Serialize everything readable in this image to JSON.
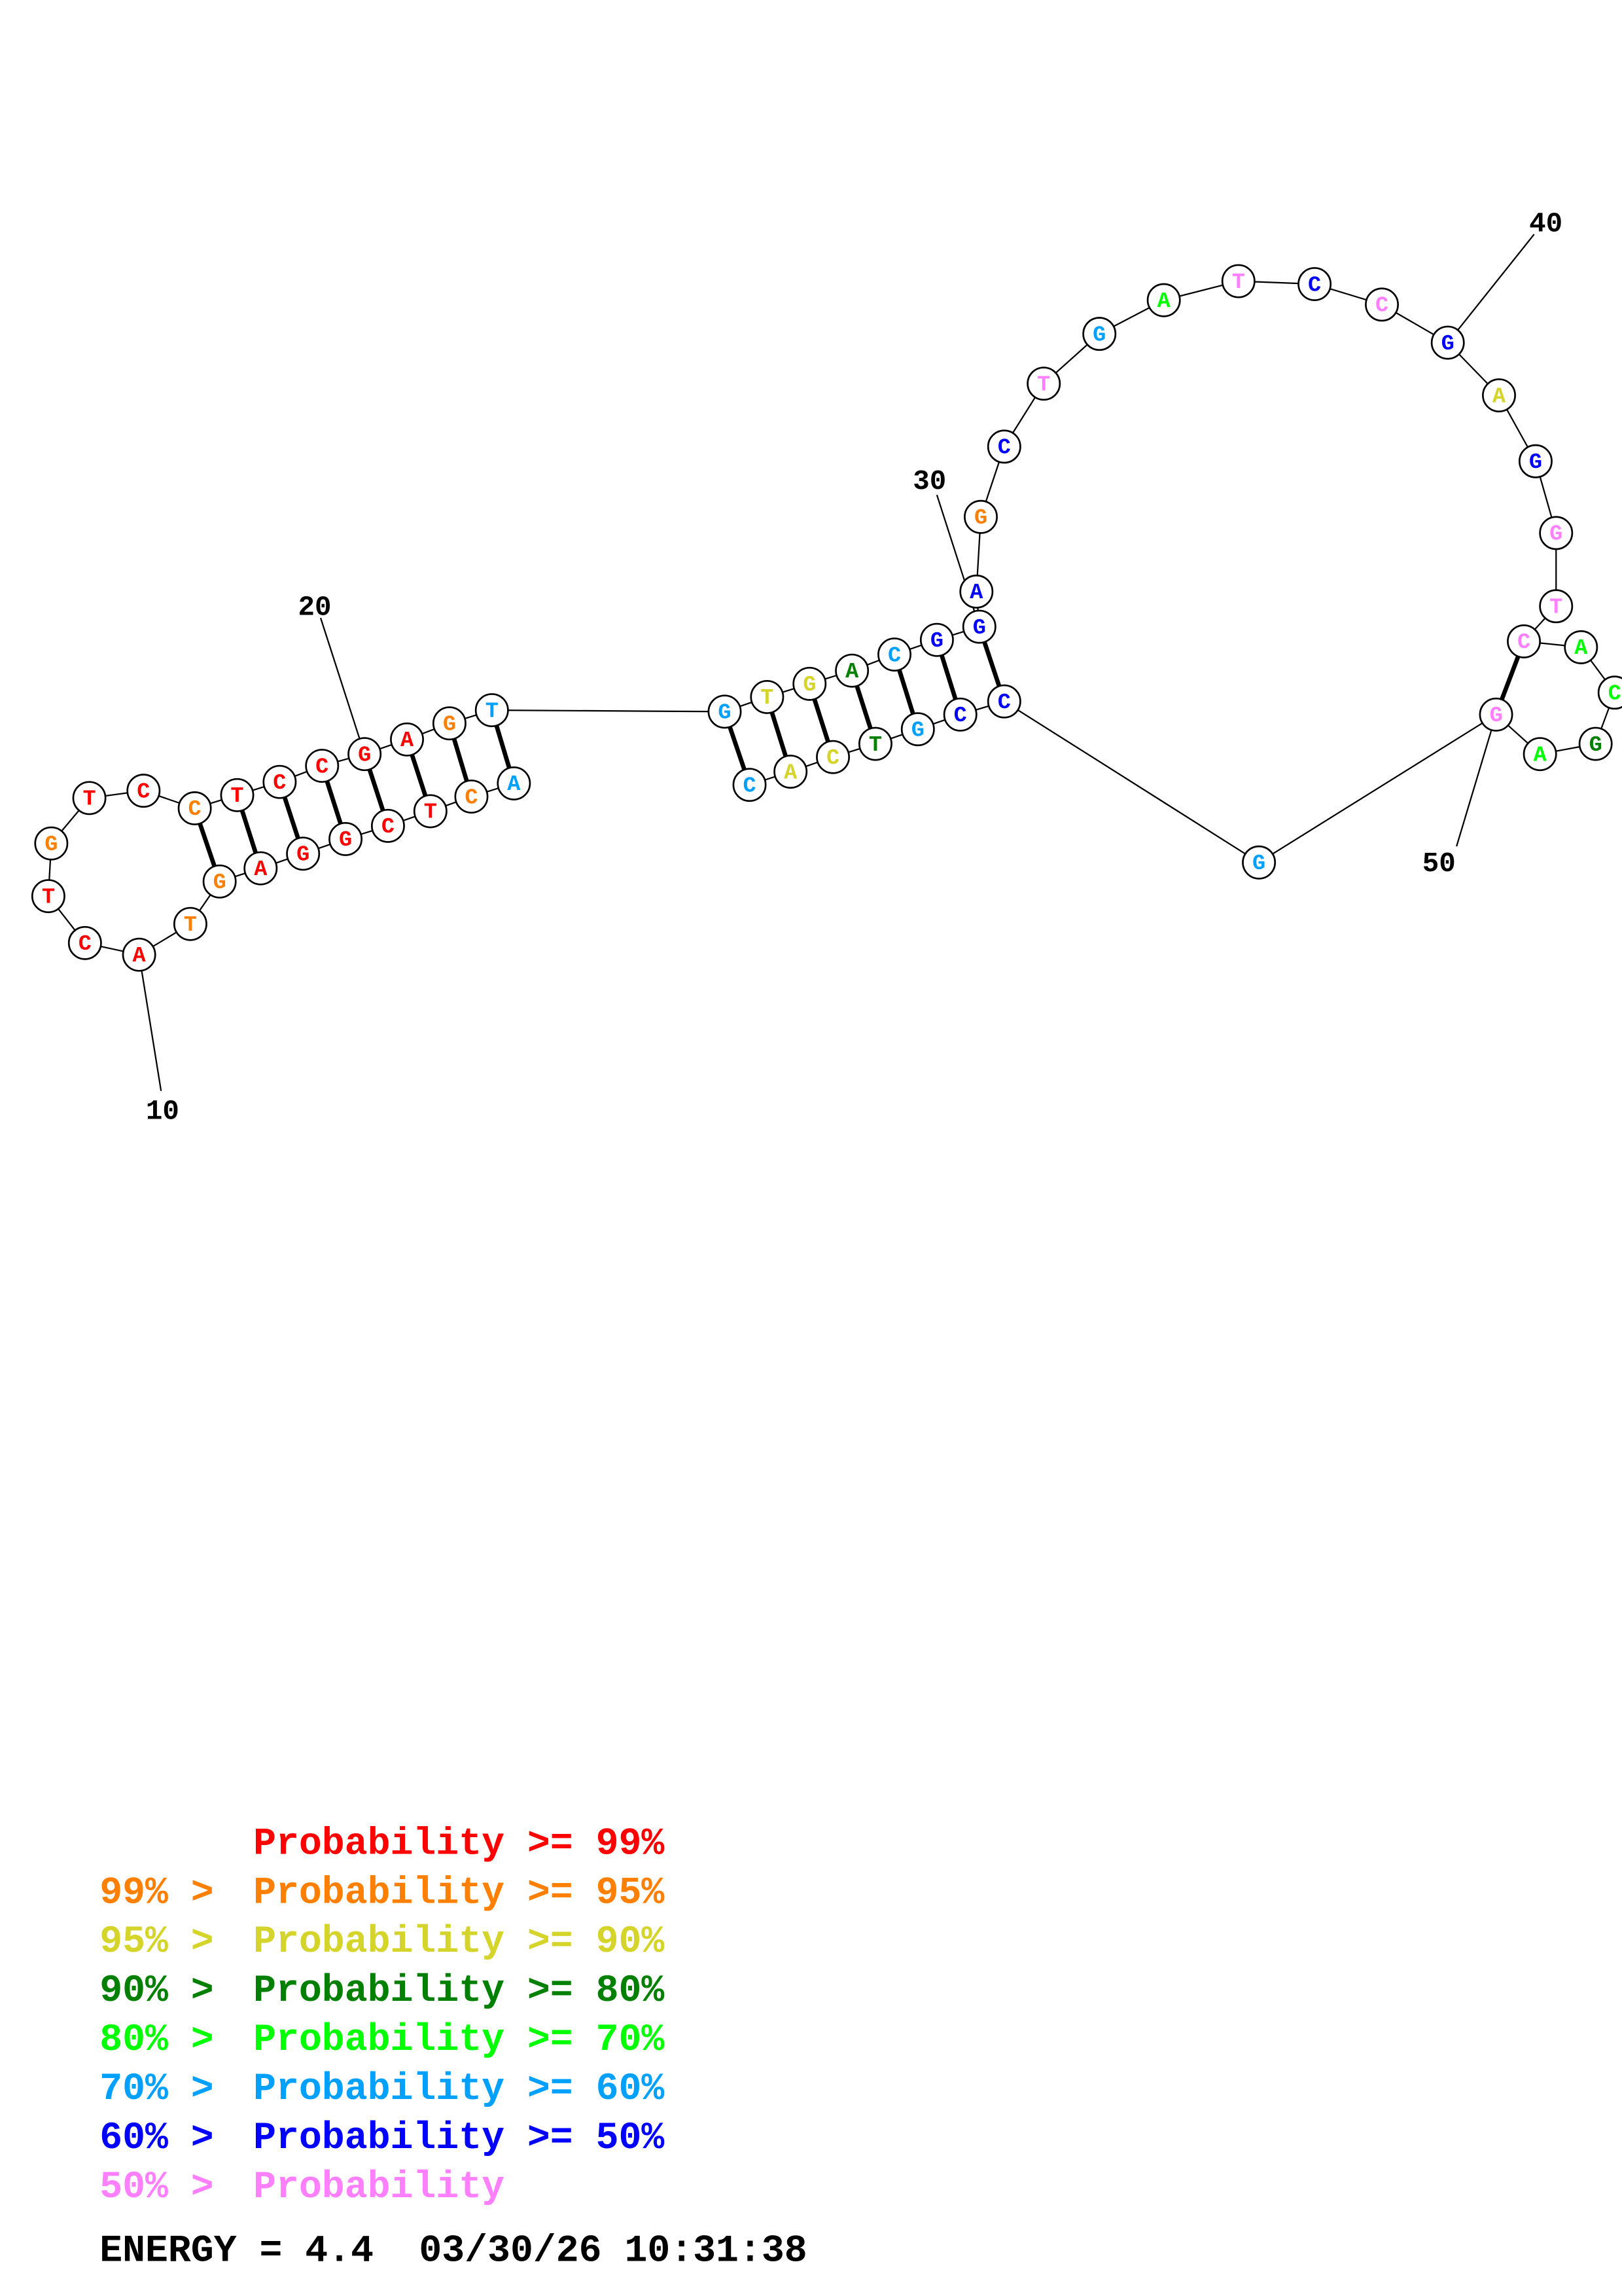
{
  "colors": {
    "p99": "#ff0000",
    "p95": "#ff8000",
    "p90": "#d4d42a",
    "p80": "#008000",
    "p70": "#00ff00",
    "p60": "#00a0ff",
    "p50": "#0000ff",
    "plow": "#ff80ff"
  },
  "nucleotides": [
    {
      "n": 1,
      "base": "A",
      "prob": "p60"
    },
    {
      "n": 2,
      "base": "C",
      "prob": "p95"
    },
    {
      "n": 3,
      "base": "T",
      "prob": "p99"
    },
    {
      "n": 4,
      "base": "C",
      "prob": "p99"
    },
    {
      "n": 5,
      "base": "G",
      "prob": "p99"
    },
    {
      "n": 6,
      "base": "G",
      "prob": "p99"
    },
    {
      "n": 7,
      "base": "A",
      "prob": "p99"
    },
    {
      "n": 8,
      "base": "G",
      "prob": "p95"
    },
    {
      "n": 9,
      "base": "T",
      "prob": "p95"
    },
    {
      "n": 10,
      "base": "A",
      "prob": "p99"
    },
    {
      "n": 11,
      "base": "C",
      "prob": "p99"
    },
    {
      "n": 12,
      "base": "T",
      "prob": "p99"
    },
    {
      "n": 13,
      "base": "G",
      "prob": "p95"
    },
    {
      "n": 14,
      "base": "T",
      "prob": "p99"
    },
    {
      "n": 15,
      "base": "C",
      "prob": "p99"
    },
    {
      "n": 16,
      "base": "C",
      "prob": "p95"
    },
    {
      "n": 17,
      "base": "T",
      "prob": "p99"
    },
    {
      "n": 18,
      "base": "C",
      "prob": "p99"
    },
    {
      "n": 19,
      "base": "C",
      "prob": "p99"
    },
    {
      "n": 20,
      "base": "G",
      "prob": "p99"
    },
    {
      "n": 21,
      "base": "A",
      "prob": "p99"
    },
    {
      "n": 22,
      "base": "G",
      "prob": "p95"
    },
    {
      "n": 23,
      "base": "T",
      "prob": "p60"
    },
    {
      "n": 24,
      "base": "G",
      "prob": "p60"
    },
    {
      "n": 25,
      "base": "T",
      "prob": "p90"
    },
    {
      "n": 26,
      "base": "G",
      "prob": "p90"
    },
    {
      "n": 27,
      "base": "A",
      "prob": "p80"
    },
    {
      "n": 28,
      "base": "C",
      "prob": "p60"
    },
    {
      "n": 29,
      "base": "G",
      "prob": "p50"
    },
    {
      "n": 30,
      "base": "G",
      "prob": "p50"
    },
    {
      "n": 31,
      "base": "A",
      "prob": "p50"
    },
    {
      "n": 32,
      "base": "G",
      "prob": "p95"
    },
    {
      "n": 33,
      "base": "C",
      "prob": "p50"
    },
    {
      "n": 34,
      "base": "T",
      "prob": "plow"
    },
    {
      "n": 35,
      "base": "G",
      "prob": "p60"
    },
    {
      "n": 36,
      "base": "A",
      "prob": "p70"
    },
    {
      "n": 37,
      "base": "T",
      "prob": "plow"
    },
    {
      "n": 38,
      "base": "C",
      "prob": "p50"
    },
    {
      "n": 39,
      "base": "C",
      "prob": "plow"
    },
    {
      "n": 40,
      "base": "G",
      "prob": "p50"
    },
    {
      "n": 41,
      "base": "A",
      "prob": "p90"
    },
    {
      "n": 42,
      "base": "G",
      "prob": "p50"
    },
    {
      "n": 43,
      "base": "G",
      "prob": "plow"
    },
    {
      "n": 44,
      "base": "T",
      "prob": "plow"
    },
    {
      "n": 45,
      "base": "C",
      "prob": "plow"
    },
    {
      "n": 46,
      "base": "A",
      "prob": "p70"
    },
    {
      "n": 47,
      "base": "C",
      "prob": "p70"
    },
    {
      "n": 48,
      "base": "G",
      "prob": "p80"
    },
    {
      "n": 49,
      "base": "A",
      "prob": "p70"
    },
    {
      "n": 50,
      "base": "G",
      "prob": "plow"
    },
    {
      "n": 51,
      "base": "G",
      "prob": "p60"
    },
    {
      "n": 52,
      "base": "C",
      "prob": "p50"
    },
    {
      "n": 53,
      "base": "C",
      "prob": "p50"
    },
    {
      "n": 54,
      "base": "G",
      "prob": "p60"
    },
    {
      "n": 55,
      "base": "T",
      "prob": "p80"
    },
    {
      "n": 56,
      "base": "C",
      "prob": "p90"
    },
    {
      "n": 57,
      "base": "A",
      "prob": "p90"
    },
    {
      "n": 58,
      "base": "C",
      "prob": "p60"
    }
  ],
  "pairs": [
    [
      1,
      23
    ],
    [
      2,
      22
    ],
    [
      3,
      21
    ],
    [
      4,
      20
    ],
    [
      5,
      19
    ],
    [
      6,
      18
    ],
    [
      7,
      17
    ],
    [
      8,
      16
    ],
    [
      24,
      58
    ],
    [
      25,
      57
    ],
    [
      26,
      56
    ],
    [
      27,
      55
    ],
    [
      28,
      54
    ],
    [
      29,
      53
    ],
    [
      30,
      52
    ],
    [
      45,
      50
    ]
  ],
  "index_labels": [
    "10",
    "20",
    "30",
    "40",
    "50"
  ],
  "legend": [
    {
      "prefix": "",
      "text": "Probability >= 99%",
      "prob": "p99"
    },
    {
      "prefix": "99% > ",
      "text": "Probability >= 95%",
      "prob": "p95"
    },
    {
      "prefix": "95% > ",
      "text": "Probability >= 90%",
      "prob": "p90"
    },
    {
      "prefix": "90% > ",
      "text": "Probability >= 80%",
      "prob": "p80"
    },
    {
      "prefix": "80% > ",
      "text": "Probability >= 70%",
      "prob": "p70"
    },
    {
      "prefix": "70% > ",
      "text": "Probability >= 60%",
      "prob": "p60"
    },
    {
      "prefix": "60% > ",
      "text": "Probability >= 50%",
      "prob": "p50"
    },
    {
      "prefix": "50% > ",
      "text": "Probability",
      "prob": "plow"
    }
  ],
  "footer": {
    "energy": "ENERGY = 4.4",
    "timestamp": "03/30/26 10:31:38"
  }
}
